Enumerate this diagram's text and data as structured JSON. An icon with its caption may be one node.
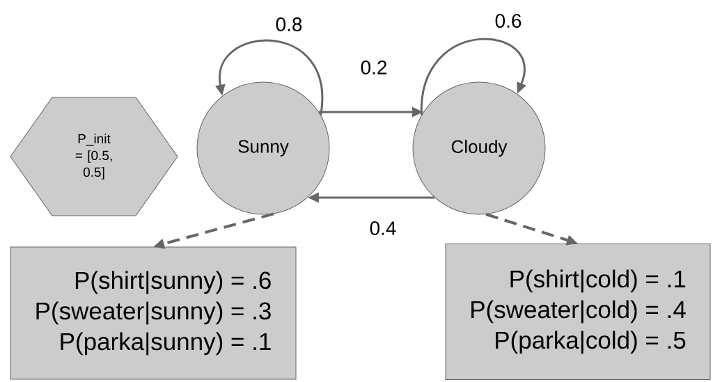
{
  "diagram": {
    "nodes": [
      {
        "text": [
          "P_init = [0.5, 0.5]"
        ]
      },
      {
        "text": [
          "Sunny"
        ]
      },
      {
        "text": [
          "Cloudy"
        ]
      },
      {
        "text": [
          "P(shirt|sunny) = .6",
          "P(sweater|sunny) = .3",
          "P(parka|sunny) = .1"
        ]
      },
      {
        "text": [
          "P(shirt|cold) = .1",
          "P(sweater|cold) = .4",
          "P(parka|cold) = .5"
        ]
      }
    ],
    "edges": [
      {
        "from": 1,
        "to": 1,
        "arrow": "to",
        "label": "0.8"
      },
      {
        "from": 2,
        "to": 2,
        "arrow": "to",
        "label": "0.6"
      },
      {
        "from": 1,
        "to": 2,
        "arrow": "to",
        "label": "0.2"
      },
      {
        "from": 2,
        "to": 1,
        "arrow": "to",
        "label": "0.4"
      },
      {
        "from": 1,
        "to": 3,
        "arrow": "to",
        "style": "dashed"
      },
      {
        "from": 2,
        "to": 4,
        "arrow": "to",
        "style": "dashed"
      }
    ]
  }
}
